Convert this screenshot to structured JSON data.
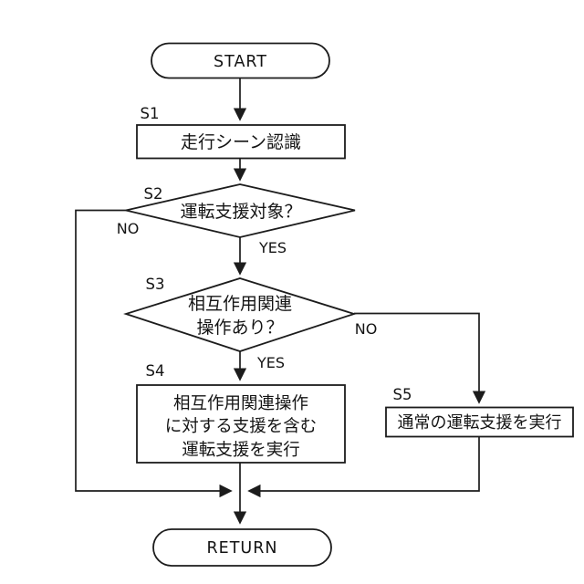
{
  "diagram": {
    "type": "flowchart",
    "language": "ja",
    "colors": {
      "stroke": "#1c1c1c",
      "text": "#141414",
      "background": "#ffffff"
    },
    "nodes": {
      "start": {
        "label": "START",
        "shape": "terminal"
      },
      "s1": {
        "step": "S1",
        "label": "走行シーン認識",
        "shape": "process"
      },
      "s2": {
        "step": "S2",
        "label": "運転支援対象？",
        "shape": "decision"
      },
      "s3": {
        "step": "S3",
        "line1": "相互作用関連",
        "line2": "操作あり？",
        "shape": "decision"
      },
      "s4": {
        "step": "S4",
        "line1": "相互作用関連操作",
        "line2": "に対する支援を含む",
        "line3": "運転支援を実行",
        "shape": "process"
      },
      "s5": {
        "step": "S5",
        "label": "通常の運転支援を実行",
        "shape": "process"
      },
      "return": {
        "label": "RETURN",
        "shape": "terminal"
      }
    },
    "branches": {
      "s2_no": "NO",
      "s2_yes": "YES",
      "s3_no": "NO",
      "s3_yes": "YES"
    }
  }
}
